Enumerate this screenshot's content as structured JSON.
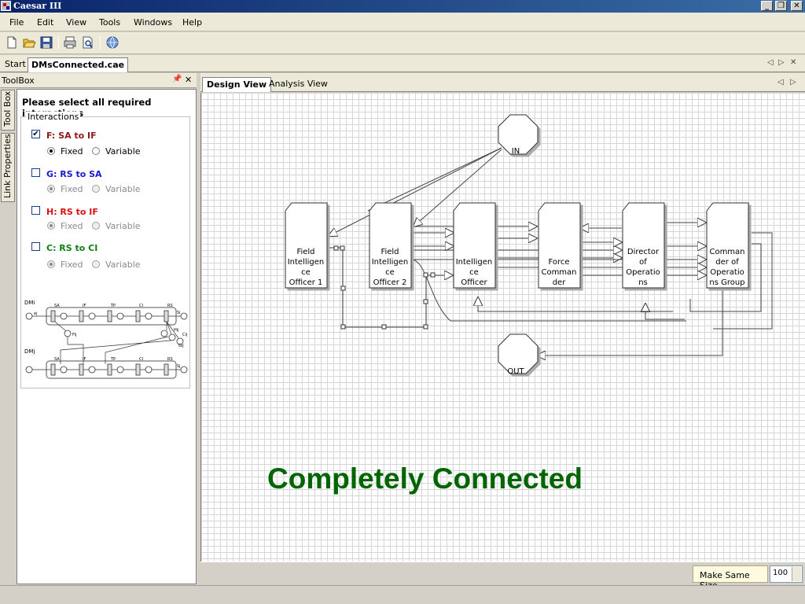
{
  "window": {
    "title": "Caesar III"
  },
  "menu": {
    "items": [
      "File",
      "Edit",
      "View",
      "Tools",
      "Windows",
      "Help"
    ]
  },
  "doc_tabs": {
    "start": "Start",
    "active": "DMsConnected.cae"
  },
  "toolbox": {
    "header": "ToolBox",
    "vertical_tabs": [
      "Tool Box",
      "Link Properties"
    ],
    "heading": "Please select all required interactions",
    "group_label": "Interactions",
    "interactions": [
      {
        "label": "F: SA to IF",
        "checked": true,
        "color": "#8b1a1a",
        "fixed_label": "Fixed",
        "variable_label": "Variable",
        "selected": "fixed",
        "enabled": true
      },
      {
        "label": "G: RS to SA",
        "checked": false,
        "color": "#1a1acc",
        "fixed_label": "Fixed",
        "variable_label": "Variable",
        "selected": "fixed",
        "enabled": false
      },
      {
        "label": "H: RS to IF",
        "checked": false,
        "color": "#e01010",
        "fixed_label": "Fixed",
        "variable_label": "Variable",
        "selected": "fixed",
        "enabled": false
      },
      {
        "label": "C: RS to CI",
        "checked": false,
        "color": "#108010",
        "fixed_label": "Fixed",
        "variable_label": "Variable",
        "selected": "fixed",
        "enabled": false
      }
    ],
    "diagram": {
      "dm_i": "DMi",
      "dm_j": "DMj",
      "row_labels": [
        "SA",
        "IF",
        "TP",
        "CI",
        "RS"
      ],
      "labels": [
        "Si",
        "Fij",
        "Hij",
        "Cij",
        "Gij",
        "Sj",
        "ej"
      ]
    }
  },
  "design": {
    "tabs": [
      "Design View",
      "Analysis View"
    ],
    "in_label": "IN",
    "out_label": "OUT",
    "nodes": [
      {
        "lines": [
          "Field",
          "Intelligen",
          "ce",
          "Officer 1"
        ]
      },
      {
        "lines": [
          "Field",
          "Intelligen",
          "ce",
          "Officer 2"
        ]
      },
      {
        "lines": [
          "Intelligen",
          "ce",
          "Officer"
        ]
      },
      {
        "lines": [
          "Force",
          "Comman",
          "der"
        ]
      },
      {
        "lines": [
          "Director",
          "of",
          "Operatio",
          "ns"
        ]
      },
      {
        "lines": [
          "Comman",
          "der of",
          "Operatio",
          "ns Group"
        ]
      }
    ],
    "headline": "Completely Connected"
  },
  "status": {
    "make_same_size": "Make Same Size",
    "zoom": "100"
  }
}
